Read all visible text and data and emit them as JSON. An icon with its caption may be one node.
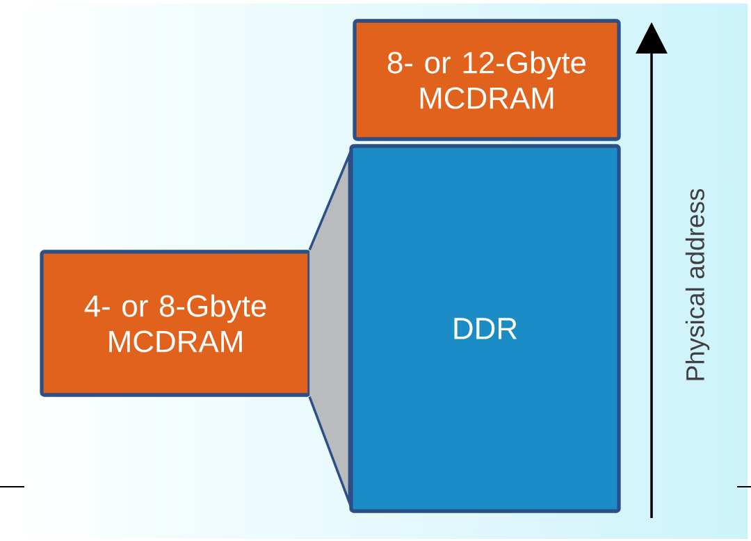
{
  "diagram": {
    "nodes": [
      {
        "text": [
          "8- or 12-Gbyte MCDRAM"
        ]
      },
      {
        "text": [
          "DDR"
        ]
      },
      {
        "text": [
          "4- or 8-Gbyte MCDRAM"
        ]
      }
    ],
    "edges": [
      {
        "from": 2,
        "to": 1,
        "arrow": "none"
      }
    ],
    "labels": [
      "Physical address"
    ]
  }
}
